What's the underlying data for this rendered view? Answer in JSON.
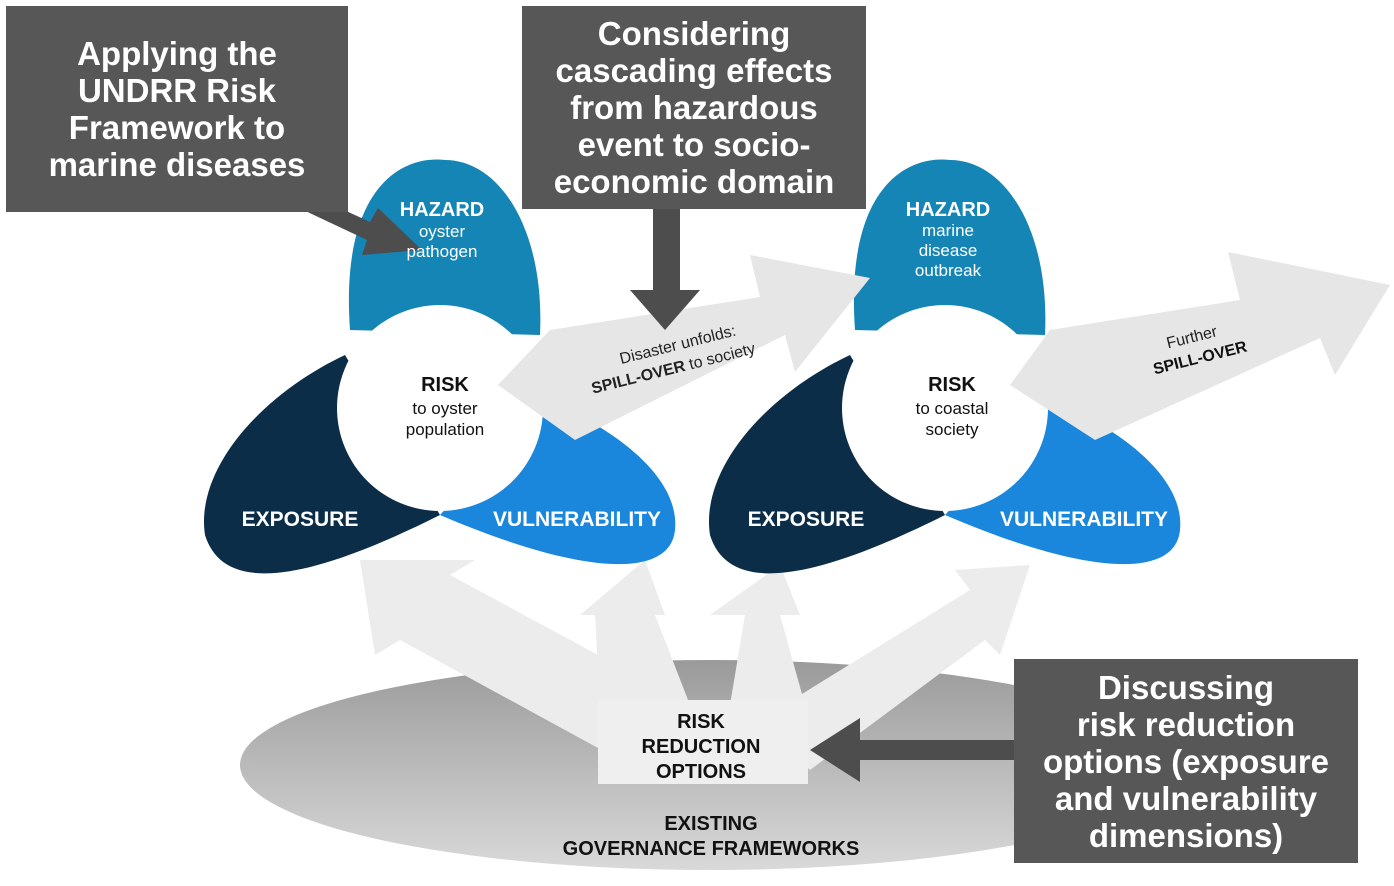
{
  "callouts": {
    "framework": [
      "Applying the",
      "UNDRR Risk",
      "Framework to",
      "marine diseases"
    ],
    "cascading": [
      "Considering",
      "cascading effects",
      "from hazardous",
      "event to socio-",
      "economic domain"
    ],
    "reduction": [
      "Discussing",
      "risk reduction",
      "options (exposure",
      "and vulnerability",
      "dimensions)"
    ]
  },
  "propeller_left": {
    "hazard_title": "HAZARD",
    "hazard_sub": [
      "oyster",
      "pathogen"
    ],
    "risk_title": "RISK",
    "risk_sub": [
      "to oyster",
      "population"
    ],
    "exposure": "EXPOSURE",
    "vulnerability": "VULNERABILITY"
  },
  "propeller_right": {
    "hazard_title": "HAZARD",
    "hazard_sub": [
      "marine",
      "disease",
      "outbreak"
    ],
    "risk_title": "RISK",
    "risk_sub": [
      "to coastal",
      "society"
    ],
    "exposure": "EXPOSURE",
    "vulnerability": "VULNERABILITY"
  },
  "arrow_spillover_1": {
    "line1": "Disaster unfolds:",
    "bold": "SPILL-OVER",
    "rest": " to society"
  },
  "arrow_spillover_2": {
    "line1": "Further",
    "line2": "SPILL-OVER"
  },
  "risk_reduction": [
    "RISK",
    "REDUCTION",
    "OPTIONS"
  ],
  "governance": [
    "EXISTING",
    "GOVERNANCE FRAMEWORKS"
  ],
  "colors": {
    "hazard": "#1585b5",
    "exposure": "#0c2d47",
    "vulnerability": "#1a86dc",
    "callout": "#575757",
    "arrow_light": "#e9e9e9",
    "ellipse": "#bdbdbd",
    "dark_arrow": "#4d4d4d"
  }
}
